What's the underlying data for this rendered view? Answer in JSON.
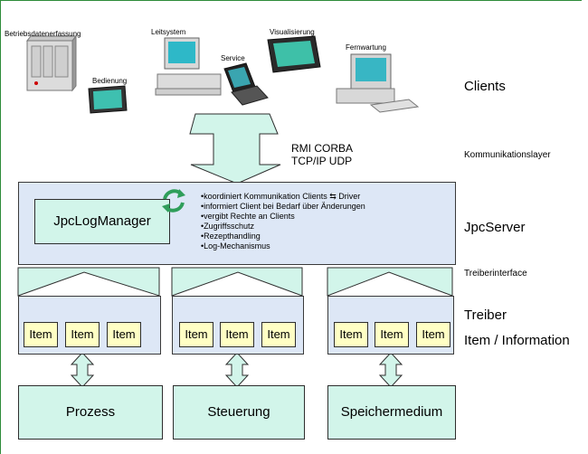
{
  "clients": {
    "betriebsdatenerfassung": "Betriebsdatenerfassung",
    "bedienung": "Bedienung",
    "leitsystem": "Leitsystem",
    "service": "Service",
    "visualisierung": "Visualisierung",
    "fernwartung": "Fernwartung"
  },
  "layers": {
    "clients": "Clients",
    "kommunikationslayer": "Kommunikationslayer",
    "jpcserver": "JpcServer",
    "treiberinterface": "Treiberinterface",
    "treiber": "Treiber",
    "item_information": "Item / Information"
  },
  "protocols": {
    "line1": "RMI CORBA",
    "line2": "TCP/IP UDP"
  },
  "server": {
    "log_manager": "JpcLogManager",
    "bullets": [
      "•koordiniert Kommunikation Clients ⇆ Driver",
      "•informiert Client bei Bedarf über Änderungen",
      "•vergibt Rechte an Clients",
      "•Zugriffsschutz",
      "•Rezepthandling",
      "•Log-Mechanismus"
    ]
  },
  "item_label": "Item",
  "targets": [
    "Prozess",
    "Steuerung",
    "Speichermedium"
  ],
  "colors": {
    "frame": "#2e8b3a",
    "panel": "#dde7f6",
    "mint": "#d2f5ea",
    "item": "#ffffc4",
    "refresh_icon": "#2f9e5a"
  }
}
